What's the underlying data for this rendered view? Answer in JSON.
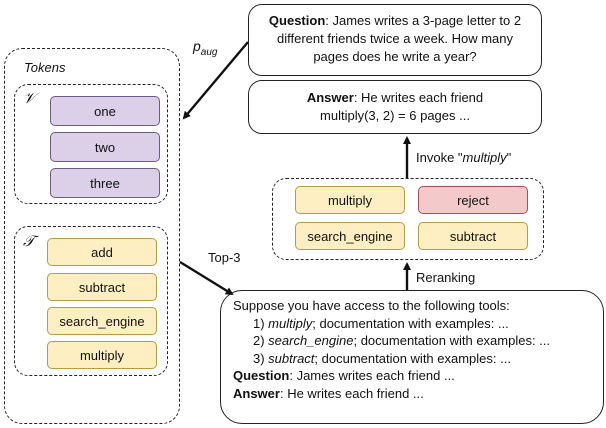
{
  "tokens_title": "Tokens",
  "vocab_symbol": "𝒱",
  "tool_symbol": "𝒯",
  "vocab_tokens": [
    "one",
    "two",
    "three"
  ],
  "tool_tokens": [
    "add",
    "subtract",
    "search_engine",
    "multiply"
  ],
  "p_aug_main": "p",
  "p_aug_sub": "aug",
  "question_box": {
    "label": "Question",
    "text": ": James writes a 3-page letter to 2 different friends twice a week. How many pages does he write a year?"
  },
  "answer_box": {
    "label": "Answer",
    "line1": ": He writes each friend",
    "line2": "multiply(3, 2) = 6 pages ..."
  },
  "invoke_label_prefix": "Invoke \"",
  "invoke_label_tool": "multiply",
  "invoke_label_suffix": "\"",
  "rerank_chips": [
    {
      "label": "multiply",
      "color": "yellow"
    },
    {
      "label": "reject",
      "color": "red"
    },
    {
      "label": "search_engine",
      "color": "yellow"
    },
    {
      "label": "subtract",
      "color": "yellow"
    }
  ],
  "reranking_label": "Reranking",
  "top3_label": "Top-3",
  "prompt_box": {
    "intro": "Suppose you have access to the following tools:",
    "items": [
      {
        "num": "1) ",
        "tool": "multiply",
        "rest": "; documentation with examples: ..."
      },
      {
        "num": "2) ",
        "tool": "search_engine",
        "rest": "; documentation with examples: ..."
      },
      {
        "num": "3) ",
        "tool": "subtract",
        "rest": "; documentation with examples: ..."
      }
    ],
    "q_label": "Question",
    "q_text": ": James writes each friend ...",
    "a_label": "Answer",
    "a_text": ": He writes each friend ..."
  },
  "colors": {
    "purple_fill": "#dcd0e8",
    "yellow_fill": "#fdefc2",
    "red_fill": "#f3c9c9"
  }
}
